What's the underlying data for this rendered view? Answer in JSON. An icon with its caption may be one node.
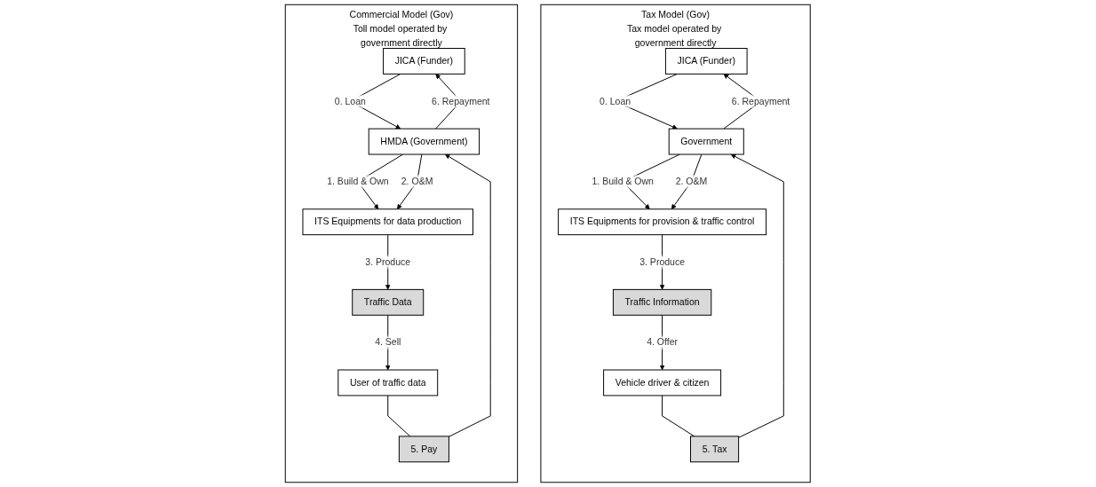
{
  "diagram": {
    "nodes": [
      {
        "text": [
          "Commercial Model (Gov)",
          "Toll model operated by government directly"
        ]
      },
      {
        "text": [
          "JICA (Funder)"
        ],
        "in": 0
      },
      {
        "text": [
          "HMDA (Government)"
        ],
        "in": 0
      },
      {
        "text": [
          "ITS Equipments for data production"
        ],
        "in": 0
      },
      {
        "text": [
          "Traffic Data"
        ],
        "in": 0
      },
      {
        "text": [
          "5. Pay"
        ],
        "in": 0
      },
      {
        "text": [
          "User of traffic data"
        ],
        "in": 0
      },
      {
        "text": [
          "Tax Model (Gov)",
          "Tax model operated by government directly"
        ]
      },
      {
        "text": [
          "JICA (Funder)"
        ],
        "in": 7
      },
      {
        "text": [
          "Government"
        ],
        "in": 7
      },
      {
        "text": [
          "ITS Equipments for provision & traffic control"
        ],
        "in": 7
      },
      {
        "text": [
          "Traffic Information"
        ],
        "in": 7
      },
      {
        "text": [
          "5. Tax"
        ],
        "in": 7
      },
      {
        "text": [
          "Vehicle driver & citizen"
        ],
        "in": 7
      }
    ],
    "edges": [
      {
        "from": 1,
        "to": 2,
        "arrow": "to",
        "label": "0. Loan"
      },
      {
        "from": 2,
        "to": 1,
        "arrow": "to",
        "label": "6. Repayment"
      },
      {
        "from": 2,
        "to": 3,
        "arrow": "to",
        "label": "1. Build & Own"
      },
      {
        "from": 2,
        "to": 3,
        "arrow": "to",
        "label": "2. O&M"
      },
      {
        "from": 3,
        "to": 4,
        "arrow": "to",
        "label": "3. Produce"
      },
      {
        "from": 4,
        "to": 6,
        "arrow": "to",
        "label": "4. Sell"
      },
      {
        "from": 6,
        "to": 5,
        "arrow": "none"
      },
      {
        "from": 5,
        "to": 2,
        "arrow": "to"
      },
      {
        "from": 8,
        "to": 9,
        "arrow": "to",
        "label": "0. Loan"
      },
      {
        "from": 9,
        "to": 8,
        "arrow": "to",
        "label": "6. Repayment"
      },
      {
        "from": 9,
        "to": 10,
        "arrow": "to",
        "label": "1. Build & Own"
      },
      {
        "from": 9,
        "to": 10,
        "arrow": "to",
        "label": "2. O&M"
      },
      {
        "from": 10,
        "to": 11,
        "arrow": "to",
        "label": "3. Produce"
      },
      {
        "from": 11,
        "to": 13,
        "arrow": "to",
        "label": "4. Offer"
      },
      {
        "from": 13,
        "to": 12,
        "arrow": "none"
      },
      {
        "from": 12,
        "to": 9,
        "arrow": "to"
      }
    ]
  }
}
